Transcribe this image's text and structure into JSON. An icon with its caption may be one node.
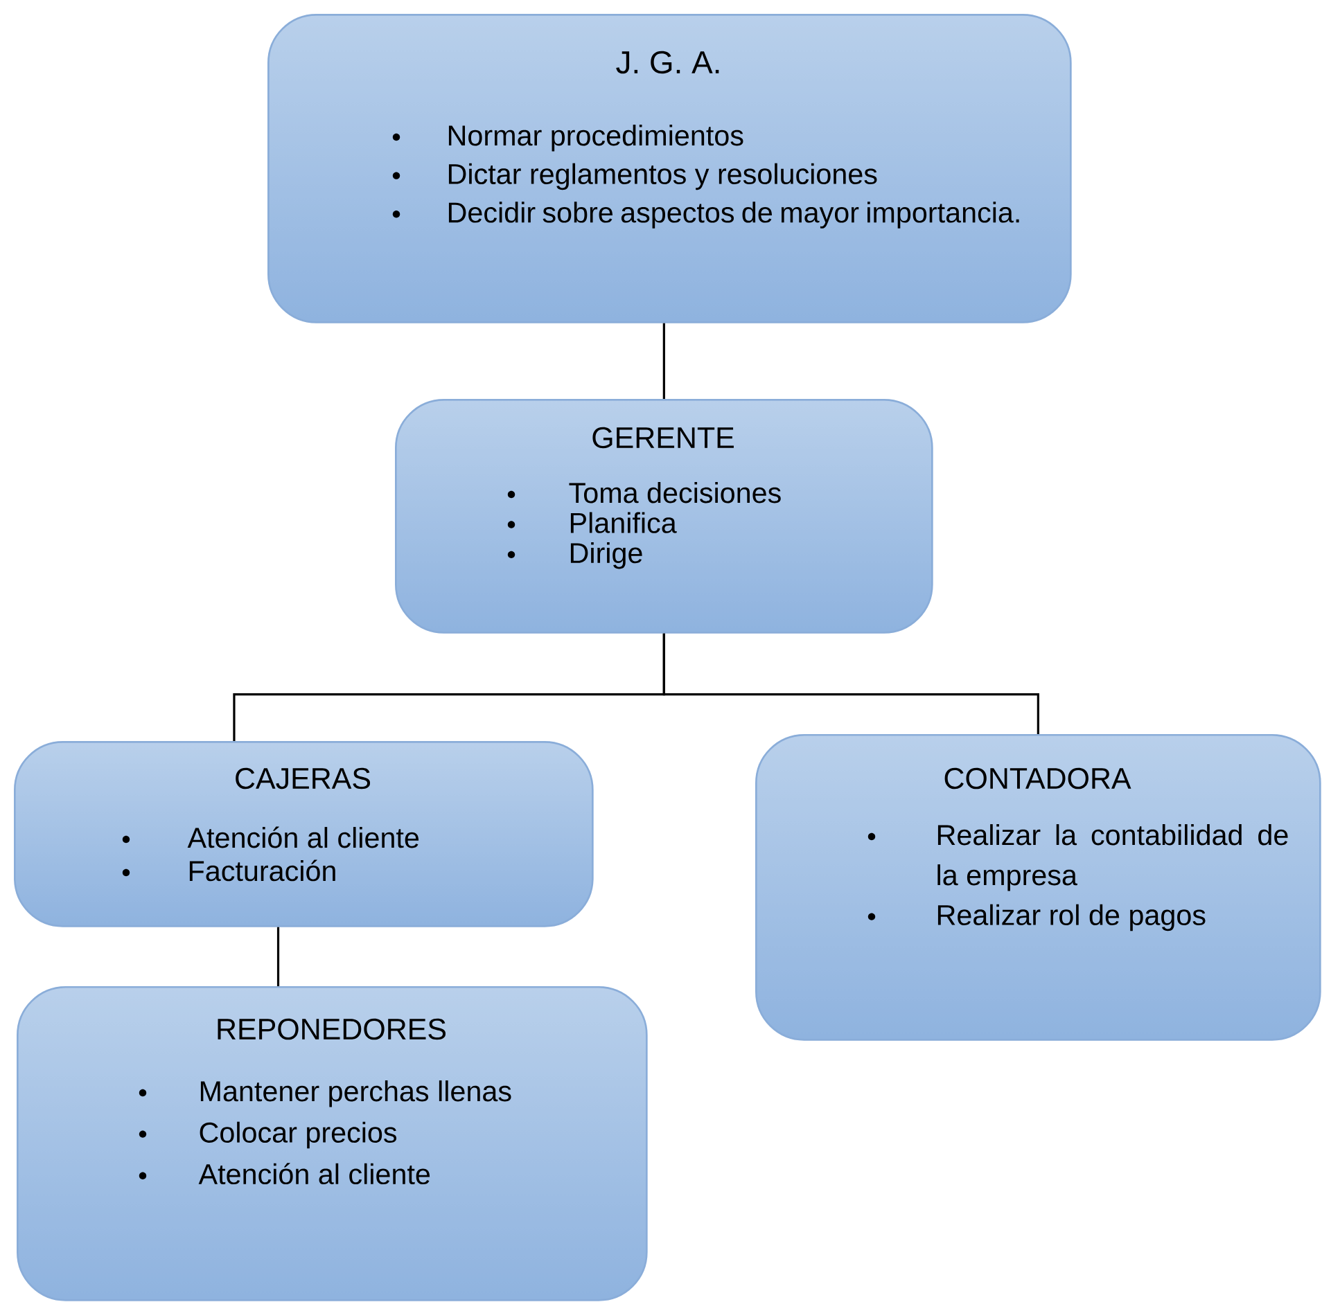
{
  "diagram": {
    "nodes": [
      {
        "text": [
          "J. G. A.",
          "Normar procedimientos",
          "Dictar reglamentos y resoluciones",
          "Decidir sobre aspectos de mayor importancia."
        ]
      },
      {
        "text": [
          "GERENTE",
          "Toma decisiones",
          "Planifica",
          "Dirige"
        ]
      },
      {
        "text": [
          "CAJERAS",
          "Atención al cliente",
          "Facturación"
        ]
      },
      {
        "text": [
          "CONTADORA",
          "Realizar la contabilidad de la empresa",
          "Realizar rol de pagos"
        ]
      },
      {
        "text": [
          "REPONEDORES",
          "Mantener perchas llenas",
          "Colocar precios",
          "Atención al  cliente"
        ]
      }
    ],
    "edges": [
      {
        "from": 0,
        "to": 1,
        "arrow": "none"
      },
      {
        "from": 1,
        "to": 2,
        "arrow": "none"
      },
      {
        "from": 1,
        "to": 3,
        "arrow": "none"
      },
      {
        "from": 2,
        "to": 4,
        "arrow": "none"
      }
    ]
  }
}
